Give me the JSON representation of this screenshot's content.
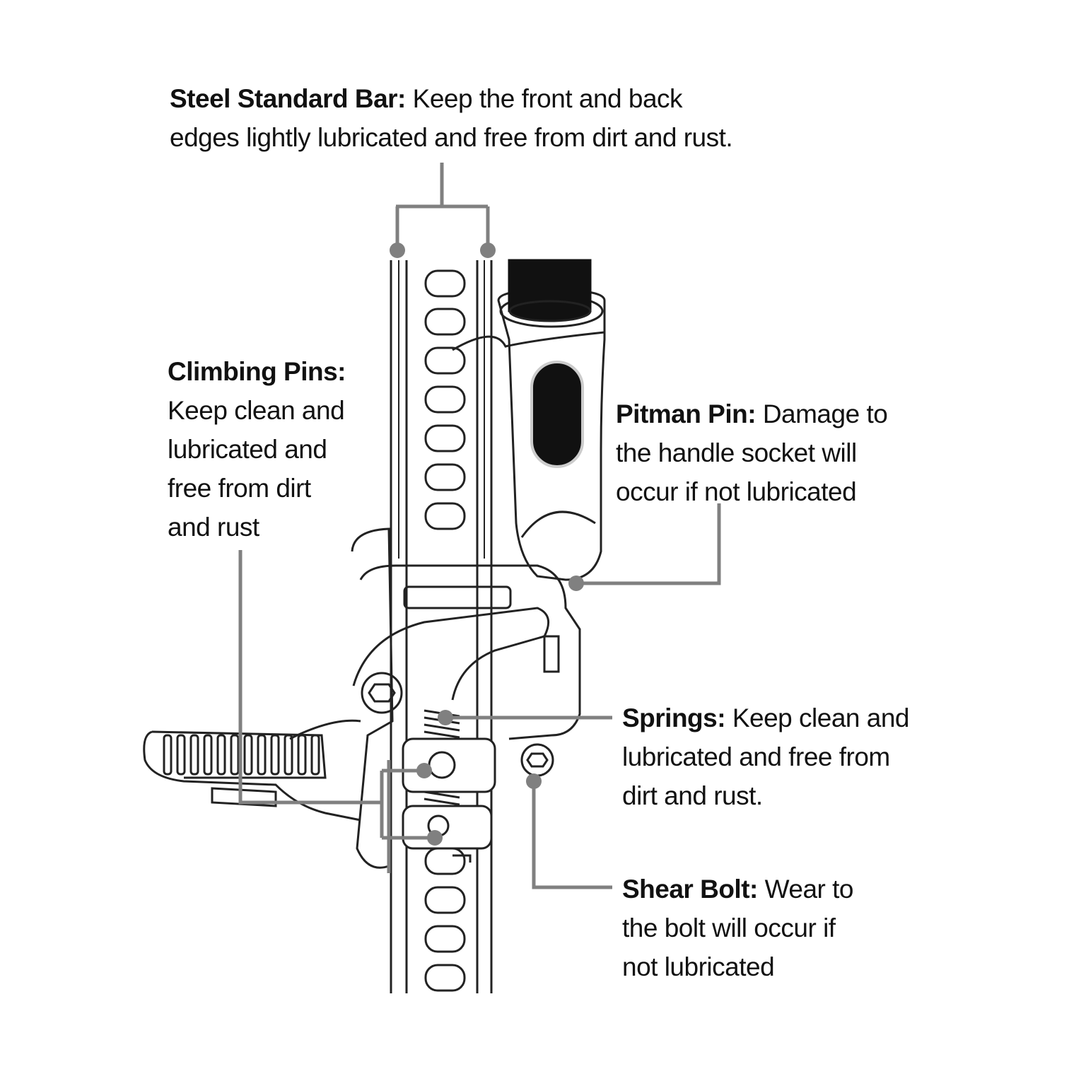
{
  "callouts": {
    "steel_bar": {
      "title": "Steel Standard Bar:",
      "text_line1": "Keep the front and back",
      "text_line2": "edges lightly lubricated and free from dirt and rust."
    },
    "climbing_pins": {
      "title": "Climbing Pins:",
      "lines": [
        "Keep clean and",
        "lubricated and",
        "free from dirt",
        "and rust"
      ]
    },
    "pitman_pin": {
      "title": "Pitman Pin:",
      "text_line1": "Damage to",
      "lines": [
        "the handle socket will",
        "occur if not lubricated"
      ]
    },
    "springs": {
      "title": "Springs:",
      "text_line1": "Keep clean and",
      "lines": [
        "lubricated and free from",
        "dirt and rust."
      ]
    },
    "shear_bolt": {
      "title": "Shear Bolt:",
      "text_line1": "Wear to",
      "lines": [
        "the bolt will occur if",
        "not lubricated"
      ]
    }
  },
  "colors": {
    "leader": "#808080",
    "outline": "#222222",
    "handle": "#111111"
  }
}
